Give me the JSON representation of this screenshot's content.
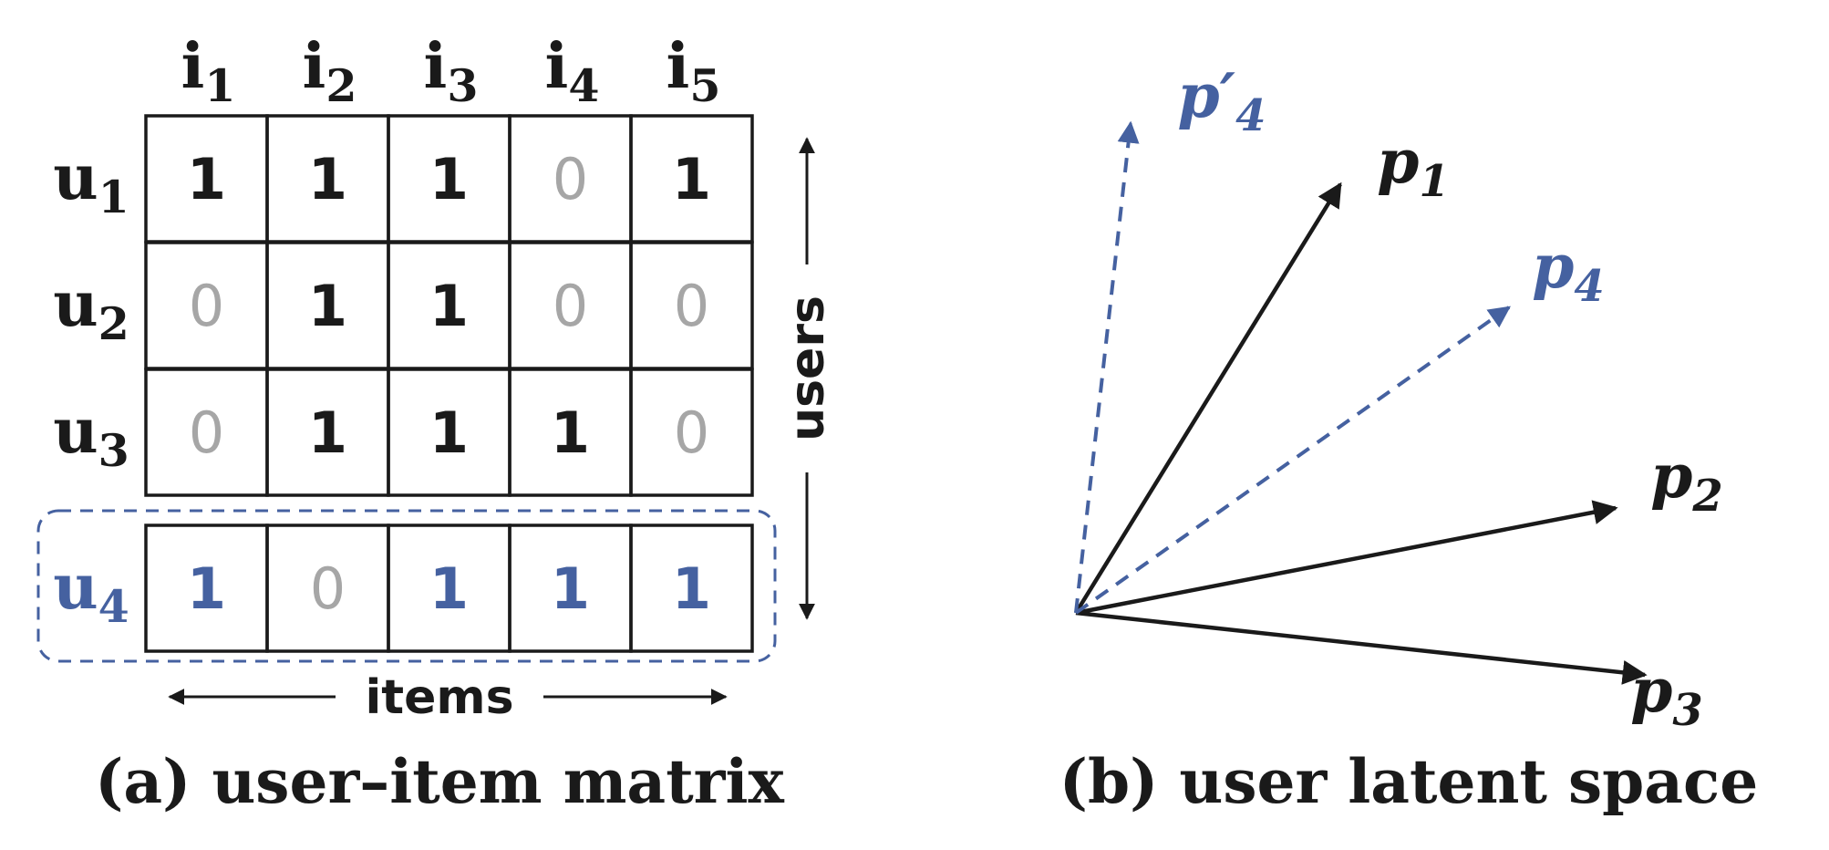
{
  "colors": {
    "black": "#1a1a1a",
    "gray": "#a6a6a6",
    "blue": "#4561a0"
  },
  "matrix": {
    "item_labels": [
      {
        "base": "i",
        "sub": "1"
      },
      {
        "base": "i",
        "sub": "2"
      },
      {
        "base": "i",
        "sub": "3"
      },
      {
        "base": "i",
        "sub": "4"
      },
      {
        "base": "i",
        "sub": "5"
      }
    ],
    "user_labels": [
      {
        "base": "u",
        "sub": "1"
      },
      {
        "base": "u",
        "sub": "2"
      },
      {
        "base": "u",
        "sub": "3"
      },
      {
        "base": "u",
        "sub": "4"
      }
    ],
    "rows": [
      [
        "1",
        "1",
        "1",
        "0",
        "1"
      ],
      [
        "0",
        "1",
        "1",
        "0",
        "0"
      ],
      [
        "0",
        "1",
        "1",
        "1",
        "0"
      ],
      [
        "1",
        "0",
        "1",
        "1",
        "1"
      ]
    ],
    "highlighted_row": 3,
    "users_axis_label": "users",
    "items_axis_label": "items"
  },
  "latent": {
    "vectors": [
      {
        "base": "p",
        "prime": "",
        "sub": "1",
        "style": "solid"
      },
      {
        "base": "p",
        "prime": "",
        "sub": "2",
        "style": "solid"
      },
      {
        "base": "p",
        "prime": "",
        "sub": "3",
        "style": "solid"
      },
      {
        "base": "p",
        "prime": "",
        "sub": "4",
        "style": "dashed"
      },
      {
        "base": "p",
        "prime": "′",
        "sub": "4",
        "style": "dashed"
      }
    ]
  },
  "captions": {
    "left": "(a) user–item matrix",
    "right": "(b) user latent space"
  }
}
